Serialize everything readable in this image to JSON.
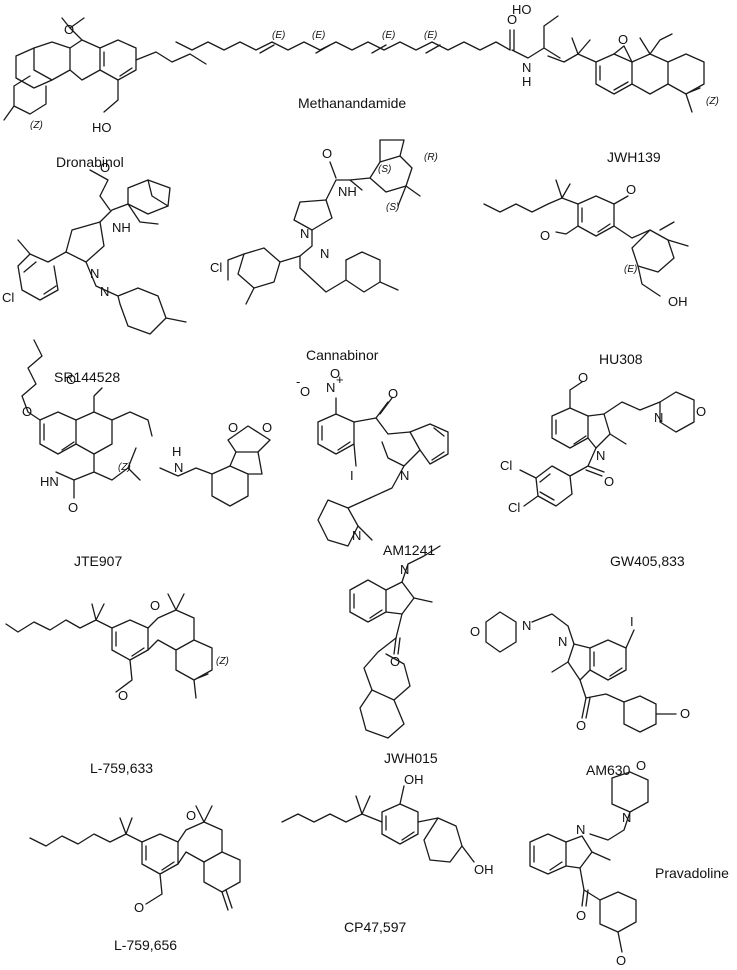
{
  "compounds": [
    {
      "name": "Dronabinol",
      "atoms": [
        "O",
        "HO"
      ],
      "stereo": [
        "(Z)"
      ]
    },
    {
      "name": "Methanandamide",
      "atoms": [
        "O",
        "N",
        "H",
        "HO"
      ],
      "stereo": [
        "(E)",
        "(E)",
        "(E)",
        "(E)"
      ]
    },
    {
      "name": "JWH139",
      "atoms": [
        "O"
      ],
      "stereo": [
        "(Z)"
      ]
    },
    {
      "name": "SR144528",
      "atoms": [
        "O",
        "NH",
        "N",
        "N",
        "Cl"
      ],
      "stereo": []
    },
    {
      "name": "Cannabinor",
      "atoms": [
        "O",
        "NH",
        "N",
        "N",
        "Cl"
      ],
      "stereo": [
        "(S)",
        "(R)",
        "(S)"
      ]
    },
    {
      "name": "HU308",
      "atoms": [
        "O",
        "O",
        "OH"
      ],
      "stereo": [
        "(E)"
      ]
    },
    {
      "name": "JTE907",
      "atoms": [
        "O",
        "O",
        "HN",
        "O",
        "H",
        "N",
        "O",
        "O"
      ],
      "stereo": [
        "(Z)"
      ]
    },
    {
      "name": "AM1241",
      "atoms": [
        "O",
        "N",
        "+",
        "O",
        "-",
        "O",
        "I",
        "N",
        "N"
      ],
      "stereo": []
    },
    {
      "name": "GW405,833",
      "atoms": [
        "O",
        "N",
        "N",
        "O",
        "O",
        "Cl",
        "Cl"
      ],
      "stereo": []
    },
    {
      "name": "L-759,633",
      "atoms": [
        "O",
        "O"
      ],
      "stereo": [
        "(Z)"
      ]
    },
    {
      "name": "JWH015",
      "atoms": [
        "N",
        "O"
      ],
      "stereo": []
    },
    {
      "name": "AM630",
      "atoms": [
        "I",
        "N",
        "O",
        "N",
        "O",
        "O"
      ],
      "stereo": []
    },
    {
      "name": "L-759,656",
      "atoms": [
        "O",
        "O"
      ],
      "stereo": []
    },
    {
      "name": "CP47,597",
      "atoms": [
        "OH",
        "OH"
      ],
      "stereo": []
    },
    {
      "name": "Pravadoline",
      "atoms": [
        "O",
        "N",
        "N",
        "O",
        "O"
      ],
      "stereo": []
    }
  ]
}
